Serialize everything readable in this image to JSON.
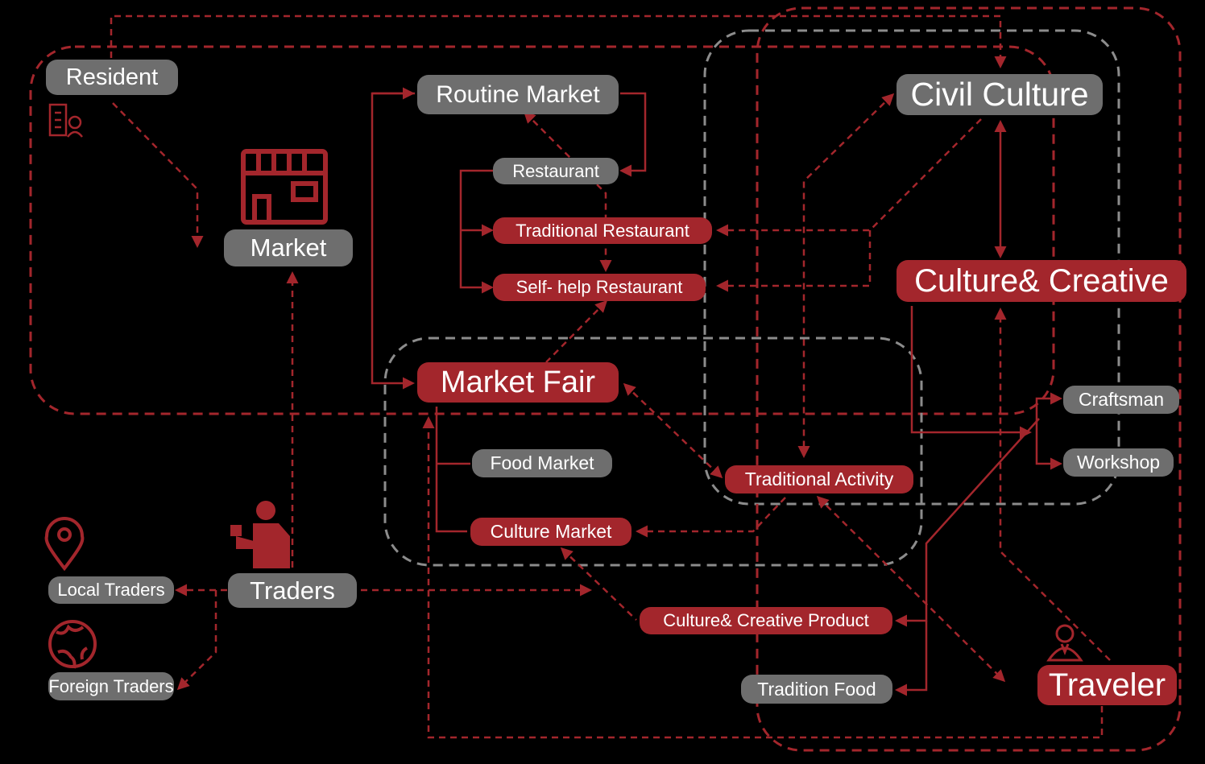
{
  "colors": {
    "background": "#000000",
    "red": "#a3262c",
    "gray_node": "#6e6e6e",
    "gray_line": "#8c8c8c"
  },
  "nodes": {
    "resident": "Resident",
    "market": "Market",
    "routine_market": "Routine Market",
    "restaurant": "Restaurant",
    "traditional_restaurant": "Traditional Restaurant",
    "self_help_restaurant": "Self- help Restaurant",
    "market_fair": "Market Fair",
    "food_market": "Food Market",
    "culture_market": "Culture Market",
    "traditional_activity": "Traditional Activity",
    "civil_culture": "Civil Culture",
    "culture_creative": "Culture& Creative",
    "craftsman": "Craftsman",
    "workshop": "Workshop",
    "culture_creative_product": "Culture& Creative Product",
    "tradition_food": "Tradition Food",
    "traveler": "Traveler",
    "traders": "Traders",
    "local_traders": "Local Traders",
    "foreign_traders": "Foreign Traders"
  },
  "icons": [
    "building-person-icon",
    "storefront-icon",
    "trader-person-icon",
    "location-pin-icon",
    "globe-icon",
    "traveler-person-icon"
  ]
}
